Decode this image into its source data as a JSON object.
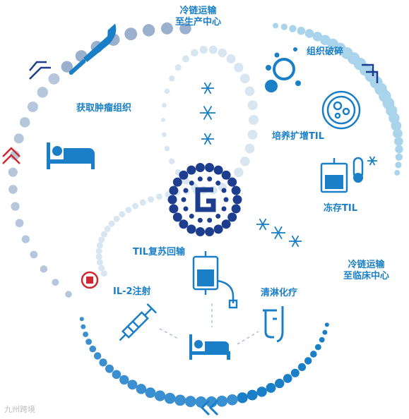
{
  "steps": {
    "cold_chain_to_production": [
      "冷链运输",
      "至生产中心"
    ],
    "tissue_disruption": "组织破碎",
    "expand_til": "培养扩增TIL",
    "freeze_til": "冻存TIL",
    "cold_chain_to_clinic": [
      "冷链运输",
      "至临床中心"
    ],
    "lymphodepletion": "清淋化疗",
    "til_reinfusion": "TIL复苏回输",
    "il2_injection": "IL-2注射",
    "obtain_tumor_tissue": "获取肿瘤组织"
  },
  "watermark": "九州跨境",
  "colors": {
    "primary": "#1a7fc6",
    "navy": "#1d3d8f",
    "light_dot": "#a9d4ec",
    "pale_dot": "#d8e6f2",
    "red": "#d0282e",
    "gray_dot": "#9bb0cc"
  }
}
